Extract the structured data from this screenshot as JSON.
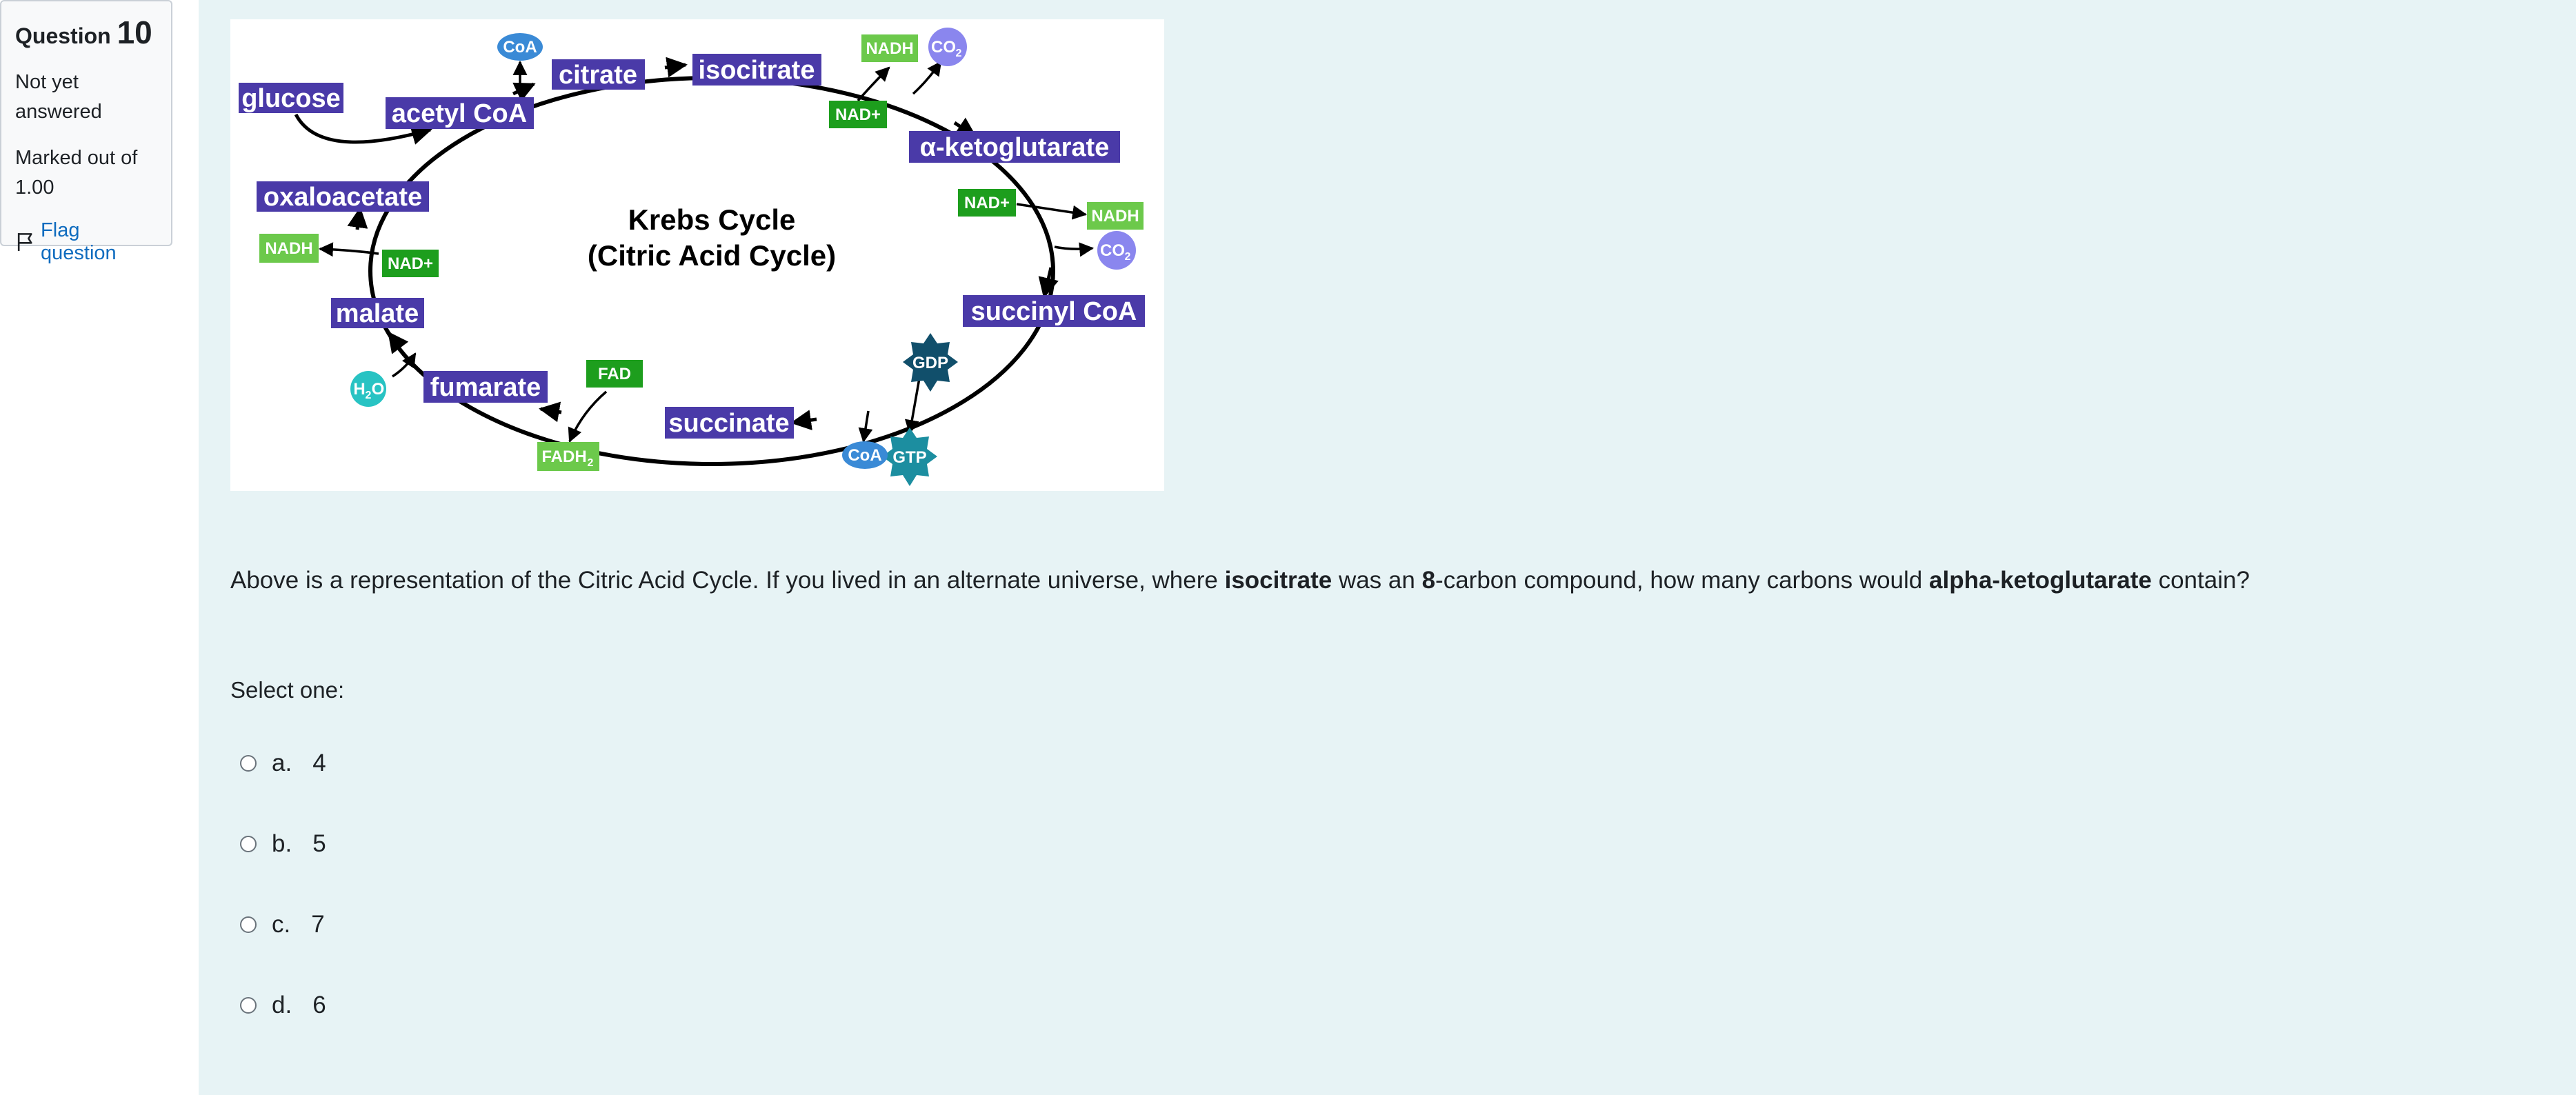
{
  "question_info": {
    "label": "Question",
    "number": "10",
    "state": "Not yet answered",
    "grade": "Marked out of 1.00",
    "flag_label": "Flag question"
  },
  "diagram": {
    "title_line1": "Krebs Cycle",
    "title_line2": "(Citric Acid Cycle)",
    "metabolites": {
      "glucose": "glucose",
      "acetyl_coa": "acetyl CoA",
      "citrate": "citrate",
      "isocitrate": "isocitrate",
      "alpha_ketoglutarate": "α-ketoglutarate",
      "succinyl_coa": "succinyl CoA",
      "succinate": "succinate",
      "fumarate": "fumarate",
      "malate": "malate",
      "oxaloacetate": "oxaloacetate"
    },
    "cofactors": {
      "coa_top": "CoA",
      "nadh_1": "NADH",
      "co2_1": "CO",
      "co2_1_sub": "2",
      "nad_1": "NAD+",
      "nad_2": "NAD+",
      "nadh_2": "NADH",
      "co2_2": "CO",
      "co2_2_sub": "2",
      "gdp": "GDP",
      "gtp": "GTP",
      "coa_bottom": "CoA",
      "fad": "FAD",
      "fadh2": "FADH",
      "fadh2_sub": "2",
      "h2o": "H",
      "h2o_sub": "2",
      "h2o_o": "O",
      "nad_3": "NAD+",
      "nadh_3": "NADH"
    },
    "colors": {
      "metabolite": "#4a3aa8",
      "nad_green": "#1d9e1d",
      "nadh_green": "#6cc94b",
      "co2": "#8a86ee",
      "coa": "#3a8ad6",
      "gdp": "#114f6b",
      "gtp": "#1c8ea0",
      "h2o": "#28c3c3"
    }
  },
  "question": {
    "part1": "Above is a representation of the Citric Acid Cycle. If you lived in an alternate universe, where ",
    "bold1": "isocitrate",
    "part2": " was an ",
    "bold2": "8",
    "part3": "-carbon compound, how many carbons would ",
    "bold3": "alpha-ketoglutarate",
    "part4": " contain?"
  },
  "answer": {
    "prompt": "Select one:",
    "options": [
      {
        "letter": "a.",
        "value": "4"
      },
      {
        "letter": "b.",
        "value": "5"
      },
      {
        "letter": "c.",
        "value": "7"
      },
      {
        "letter": "d.",
        "value": "6"
      }
    ]
  }
}
